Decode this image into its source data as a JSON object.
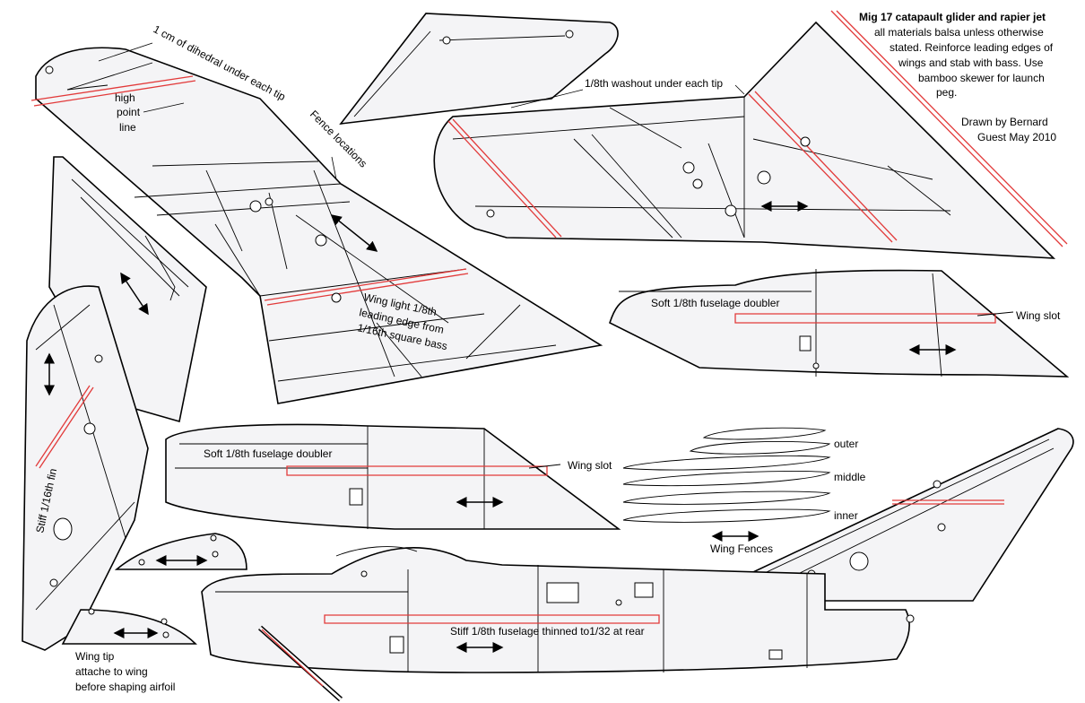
{
  "title_note": {
    "line1": "Mig 17 catapault glider and rapier jet",
    "line2": "all materials balsa unless otherwise",
    "line3": "stated. Reinforce leading edges of",
    "line4": "wings and stab with bass. Use",
    "line5": "bamboo skewer for launch",
    "line6": "peg."
  },
  "credit": {
    "line1": "Drawn by Bernard",
    "line2": "Guest May 2010"
  },
  "labels": {
    "dihedral": "1 cm of dihedral under each tip",
    "high_point_1": "high",
    "high_point_2": "point",
    "high_point_3": "line",
    "fence_locations": "Fence locations",
    "washout": "1/8th washout under each tip",
    "wing_light_1": "Wing light 1/8th",
    "wing_light_2": "leading edge from",
    "wing_light_3": "1/16th square bass",
    "soft_doubler_right": "Soft 1/8th fuselage doubler",
    "wing_slot_right": "Wing slot",
    "soft_doubler_left": "Soft 1/8th fuselage doubler",
    "wing_slot_left": "Wing slot",
    "fin": "Stiff 1/16th fin",
    "outer": "outer",
    "middle": "middle",
    "inner": "inner",
    "wing_fences": "Wing Fences",
    "stiff_fuselage": "Stiff 1/8th fuselage thinned to1/32 at rear",
    "wing_tip_1": "Wing tip",
    "wing_tip_2": "attache to wing",
    "wing_tip_3": "before shaping airfoil"
  },
  "colors": {
    "outline": "#000000",
    "reinforcement": "#e23a3a",
    "fill": "#f4f4f6"
  }
}
